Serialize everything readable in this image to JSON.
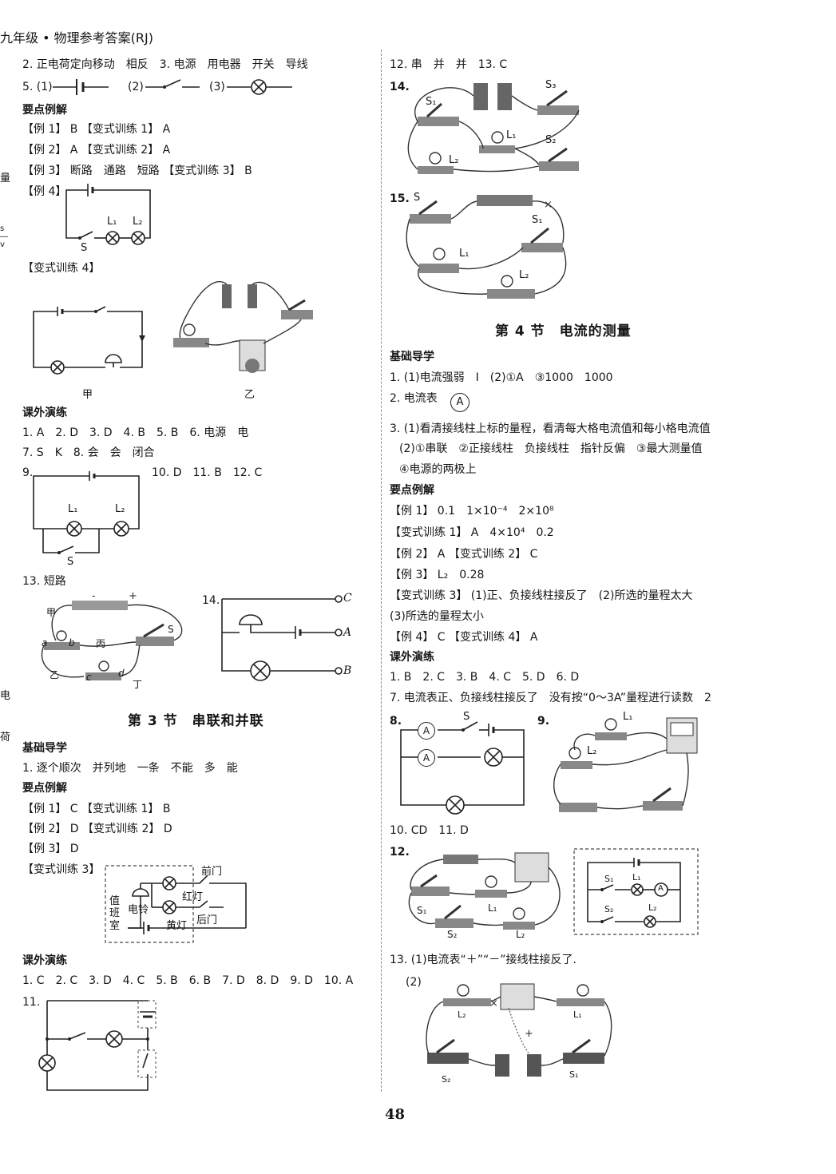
{
  "header": {
    "title": "九年级 • 物理参考答案(RJ)"
  },
  "margin_chars": [
    "量",
    "电",
    "荷"
  ],
  "left": {
    "l1": "2. 正电荷定向移动　相反　3. 电源　用电器　开关　导线",
    "l2_labels": [
      "5. (1)",
      "(2)",
      "(3)"
    ],
    "s1_head": "要点例解",
    "ex1": "【例 1】 B 【变式训练 1】 A",
    "ex2": "【例 2】 A 【变式训练 2】 A",
    "ex3": "【例 3】 断路　通路　短路 【变式训练 3】 B",
    "ex4": "【例 4】",
    "ex4_labels": [
      "L₁",
      "L₂",
      "S"
    ],
    "var4": "【变式训练 4】",
    "var4_captions": [
      "甲",
      "乙"
    ],
    "s2_head": "课外演练",
    "a1": "1. A　2. D　3. D　4. B　5. B　6. 电源　电",
    "a7": "7. S　K　8. 会　会　闭合",
    "a9": "9.",
    "a10": "10. D　11. B　12. C",
    "a9_labels": [
      "L₁",
      "L₂",
      "S"
    ],
    "a13": "13. 短路",
    "a13_labels": [
      "甲",
      "a",
      "b",
      "丙",
      "S",
      "乙",
      "c",
      "d",
      "丁"
    ],
    "a14": "14.",
    "a14_labels": [
      "C",
      "A",
      "B"
    ],
    "sec3_title": "第 3 节　串联和并联",
    "s3_head": "基础导学",
    "s3_l1": "1. 逐个顺次　并列地　一条　不能　多　能",
    "s3_head2": "要点例解",
    "s3_ex1": "【例 1】 C 【变式训练 1】 B",
    "s3_ex2": "【例 2】 D 【变式训练 2】 D",
    "s3_ex3": "【例 3】 D",
    "s3_var3": "【变式训练 3】",
    "s3_var3_labels": [
      "前门",
      "红灯",
      "值",
      "班",
      "室",
      "电铃",
      "黄灯",
      "后门"
    ],
    "s3_head3": "课外演练",
    "s3_ans": "1. C　2. C　3. D　4. C　5. B　6. B　7. D　8. D　9. D　10. A",
    "s3_a11": "11."
  },
  "right": {
    "r12": "12. 串　并　并　13. C",
    "r14": "14.",
    "r14_labels": [
      "S₁",
      "S₃",
      "L₁",
      "S₂",
      "L₂"
    ],
    "r15": "15.",
    "r15_labels": [
      "S",
      "S₁",
      "L₁",
      "L₂",
      "×"
    ],
    "sec4_title": "第 4 节　电流的测量",
    "head1": "基础导学",
    "b1": "1. (1)电流强弱　I　(2)①A　③1000　1000",
    "b2": "2. 电流表",
    "b2_symbol": "A",
    "b3a": "3. (1)看清接线柱上标的量程，看清每大格电流值和每小格电流值",
    "b3b": "(2)①串联　②正接线柱　负接线柱　指针反偏　③最大测量值",
    "b3c": "④电源的两极上",
    "head2": "要点例解",
    "e1": "【例 1】 0.1　1×10⁻⁴　2×10⁸",
    "e2": "【变式训练 1】 A　4×10⁴　0.2",
    "e3": "【例 2】 A 【变式训练 2】 C",
    "e4": "【例 3】 L₂　0.28",
    "e5": "【变式训练 3】 (1)正、负接线柱接反了　(2)所选的量程太大",
    "e6": "(3)所选的量程太小",
    "e7": "【例 4】 C 【变式训练 4】 A",
    "head3": "课外演练",
    "k1": "1. B　2. C　3. B　4. C　5. D　6. D",
    "k7": "7. 电流表正、负接线柱接反了　没有按“0～3A”量程进行读数　2",
    "k8": "8.",
    "k8_labels": [
      "A",
      "S",
      "A"
    ],
    "k9": "9.",
    "k9_labels": [
      "L₁",
      "L₂"
    ],
    "k10": "10. CD　11. D",
    "k12": "12.",
    "k12_labels": [
      "S₁",
      "L₁",
      "S₂",
      "L₂",
      "S₁",
      "L₁",
      "A",
      "S₂",
      "L₂"
    ],
    "k13": "13. (1)电流表“＋”“－”接线柱接反了.",
    "k13b": "(2)",
    "k13_labels": [
      "L₂",
      "L₁",
      "S₂",
      "S₁"
    ]
  },
  "page_number": "48"
}
